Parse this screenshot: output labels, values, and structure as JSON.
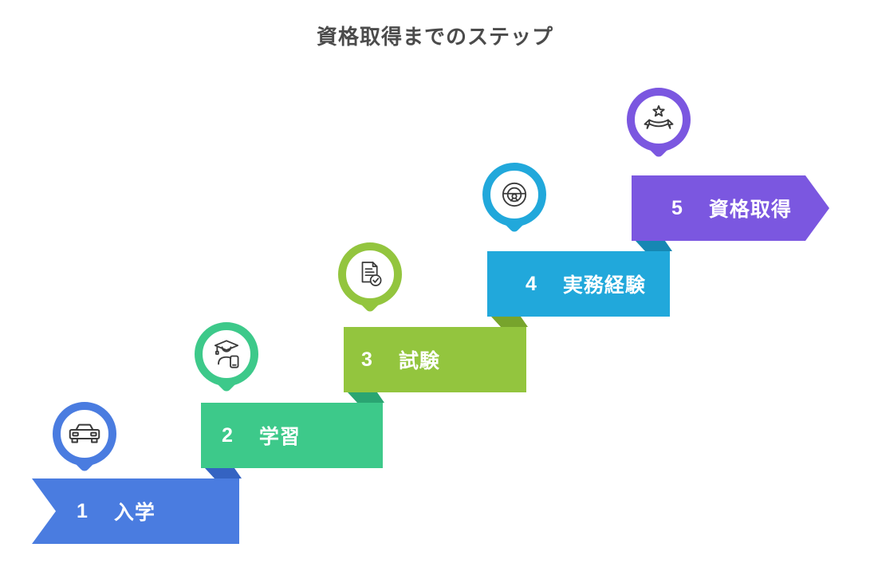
{
  "title": {
    "text": "資格取得までのステップ",
    "color": "#4b4b4b"
  },
  "background_color": "#ffffff",
  "bar_text_color": "#ffffff",
  "icon_stroke_color": "#3a3a3a",
  "steps": [
    {
      "number": "1",
      "label": "入学",
      "color": "#4a7ce0",
      "icon": "car-icon"
    },
    {
      "number": "2",
      "label": "学習",
      "color": "#3dc98a",
      "icon": "student-phone-icon"
    },
    {
      "number": "3",
      "label": "試験",
      "color": "#93c53e",
      "icon": "document-check-icon"
    },
    {
      "number": "4",
      "label": "実務経験",
      "color": "#21a8db",
      "icon": "steering-wheel-icon"
    },
    {
      "number": "5",
      "label": "資格取得",
      "color": "#7b57e0",
      "icon": "award-ribbon-icon"
    }
  ],
  "folds": [
    {
      "between": "1-2",
      "color": "#3463c2"
    },
    {
      "between": "2-3",
      "color": "#2aa572"
    },
    {
      "between": "3-4",
      "color": "#77a42c"
    },
    {
      "between": "4-5",
      "color": "#1687b3"
    }
  ]
}
